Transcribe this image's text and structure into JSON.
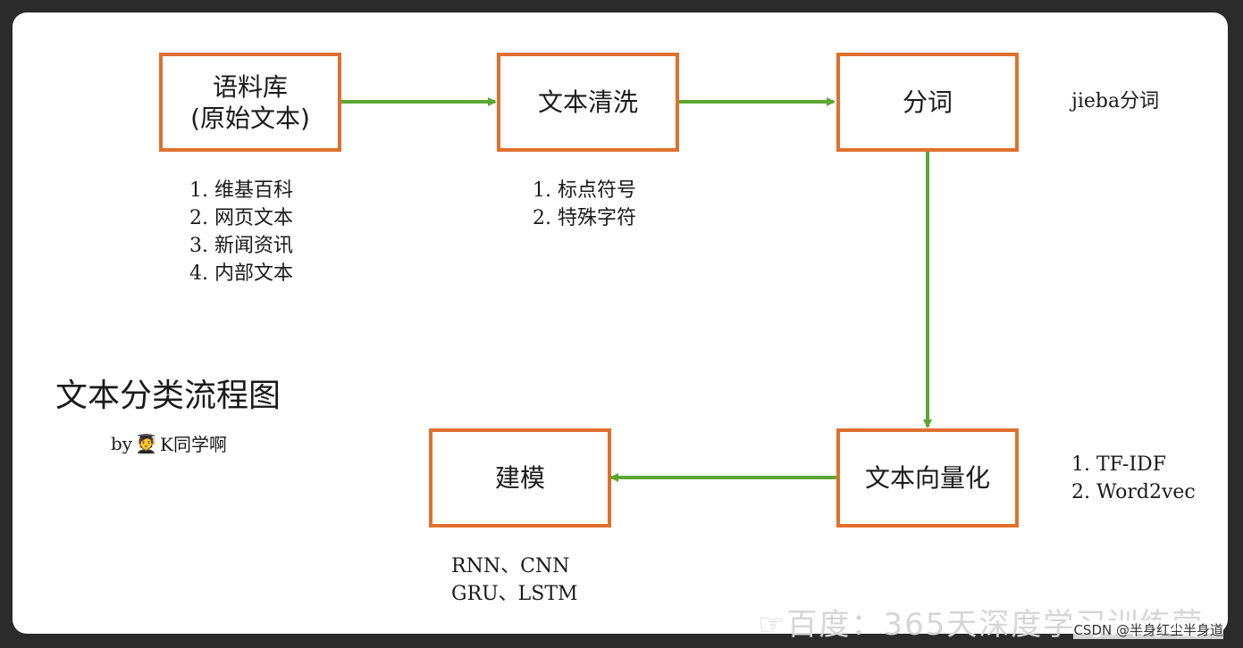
{
  "colors": {
    "box_border": "#e0702e",
    "arrow": "#5aa832"
  },
  "nodes": {
    "corpus": {
      "line1": "语料库",
      "line2": "(原始文本)"
    },
    "cleaning": {
      "label": "文本清洗"
    },
    "segmentation": {
      "label": "分词"
    },
    "vectorization": {
      "label": "文本向量化"
    },
    "modeling": {
      "label": "建模"
    }
  },
  "notes": {
    "corpus": [
      "1. 维基百科",
      "2. 网页文本",
      "3. 新闻资讯",
      "4. 内部文本"
    ],
    "cleaning": [
      "1. 标点符号",
      "2. 特殊字符"
    ],
    "segmentation": [
      "jieba分词"
    ],
    "vectorization": [
      "1. TF-IDF",
      "2. Word2vec"
    ],
    "modeling": [
      "RNN、CNN",
      "GRU、LSTM"
    ]
  },
  "title": "文本分类流程图",
  "byline": {
    "prefix": "by",
    "icon": "student-icon",
    "author": "K同学啊"
  },
  "watermark": "☞百度：365天深度学习训练营",
  "credit": "CSDN @半身红尘半身道"
}
